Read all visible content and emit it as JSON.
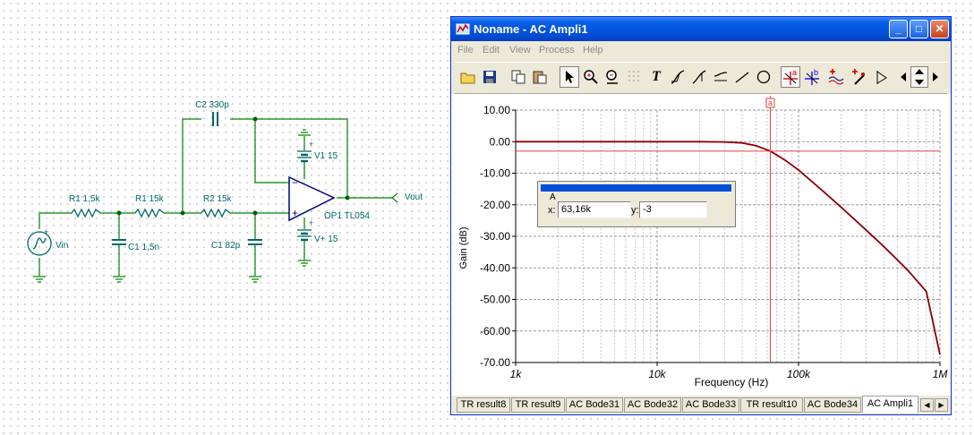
{
  "schematic": {
    "source_label": "Vin",
    "r1_label": "R1 1,5k",
    "r2_label": "R1 15k",
    "r3_label": "R2 15k",
    "c1_label": "C1 1,5n",
    "c2_label": "C1 82p",
    "c3_label": "C2 330p",
    "v1_label": "V1 15",
    "v2_label": "V+ 15",
    "opamp_label": "OP1 TL054",
    "out_label": "Vout",
    "plus_sign": "+",
    "minus_sign": "−",
    "wire_color": "#008000",
    "component_color": "#006868",
    "opamp_color": "#000080"
  },
  "window": {
    "title": "Noname - AC Ampli1",
    "min_glyph": "_",
    "max_glyph": "□",
    "close_glyph": "✕"
  },
  "menu": [
    "File",
    "Edit",
    "View",
    "Process",
    "Help"
  ],
  "toolbar": {
    "tools": [
      "open-folder-icon",
      "save-icon",
      "copy-icon",
      "paste-icon",
      "pointer-icon",
      "zoom-in-icon",
      "zoom-100-icon",
      "grid-icon",
      "text-tool-icon",
      "curve-a-icon",
      "curve-b-icon",
      "curve-c-icon",
      "line-tool-icon",
      "circle-tool-icon",
      "cursor-a-icon",
      "cursor-b-icon",
      "add-marker-a-icon",
      "add-marker-b-icon",
      "flag-icon",
      "scroll-left-icon",
      "scroll-vertical-icon",
      "scroll-right-icon"
    ],
    "text_tool_glyph": "T",
    "cursor_a_letter": "a",
    "cursor_b_letter": "b"
  },
  "chart_data": {
    "type": "line",
    "xlabel": "Frequency (Hz)",
    "ylabel": "Gain (dB)",
    "xscale": "log",
    "xlim": [
      1000,
      1000000
    ],
    "ylim": [
      -70,
      10
    ],
    "x_ticks": [
      1000,
      10000,
      100000,
      1000000
    ],
    "x_tick_labels": [
      "1k",
      "10k",
      "100k",
      "1M"
    ],
    "y_ticks": [
      10,
      0,
      -10,
      -20,
      -30,
      -40,
      -50,
      -60,
      -70
    ],
    "y_tick_labels": [
      "10.00",
      "0.00",
      "-10.00",
      "-20.00",
      "-30.00",
      "-40.00",
      "-50.00",
      "-60.00",
      "-70.00"
    ],
    "grid": true,
    "series_color": "#8b0000",
    "cursor_color": "#e04040",
    "cursor_letter": "a",
    "cursor_x": 63160,
    "cursor_y": -3,
    "series": [
      {
        "x": [
          1000,
          3000,
          10000,
          20000,
          30000,
          40000,
          50000,
          63160,
          80000,
          100000,
          150000,
          200000,
          300000,
          400000,
          500000,
          600000,
          800000,
          1000000
        ],
        "y": [
          0,
          0,
          0,
          0,
          -0.1,
          -0.4,
          -1.3,
          -3,
          -5.8,
          -9,
          -15.8,
          -20.8,
          -28,
          -33.2,
          -37.5,
          -41,
          -47.5,
          -67.5
        ]
      }
    ]
  },
  "cursor_box": {
    "name": "A",
    "x_label": "x:",
    "x_value": "63,16k",
    "y_label": "y:",
    "y_value": "-3"
  },
  "tabs": [
    "TR result8",
    "TR result9",
    "AC Bode31",
    "AC Bode32",
    "AC Bode33",
    "TR result10",
    "AC Bode34",
    "AC Ampli1"
  ],
  "active_tab": "AC Ampli1",
  "tab_arrows": {
    "left": "◀",
    "right": "▶"
  }
}
